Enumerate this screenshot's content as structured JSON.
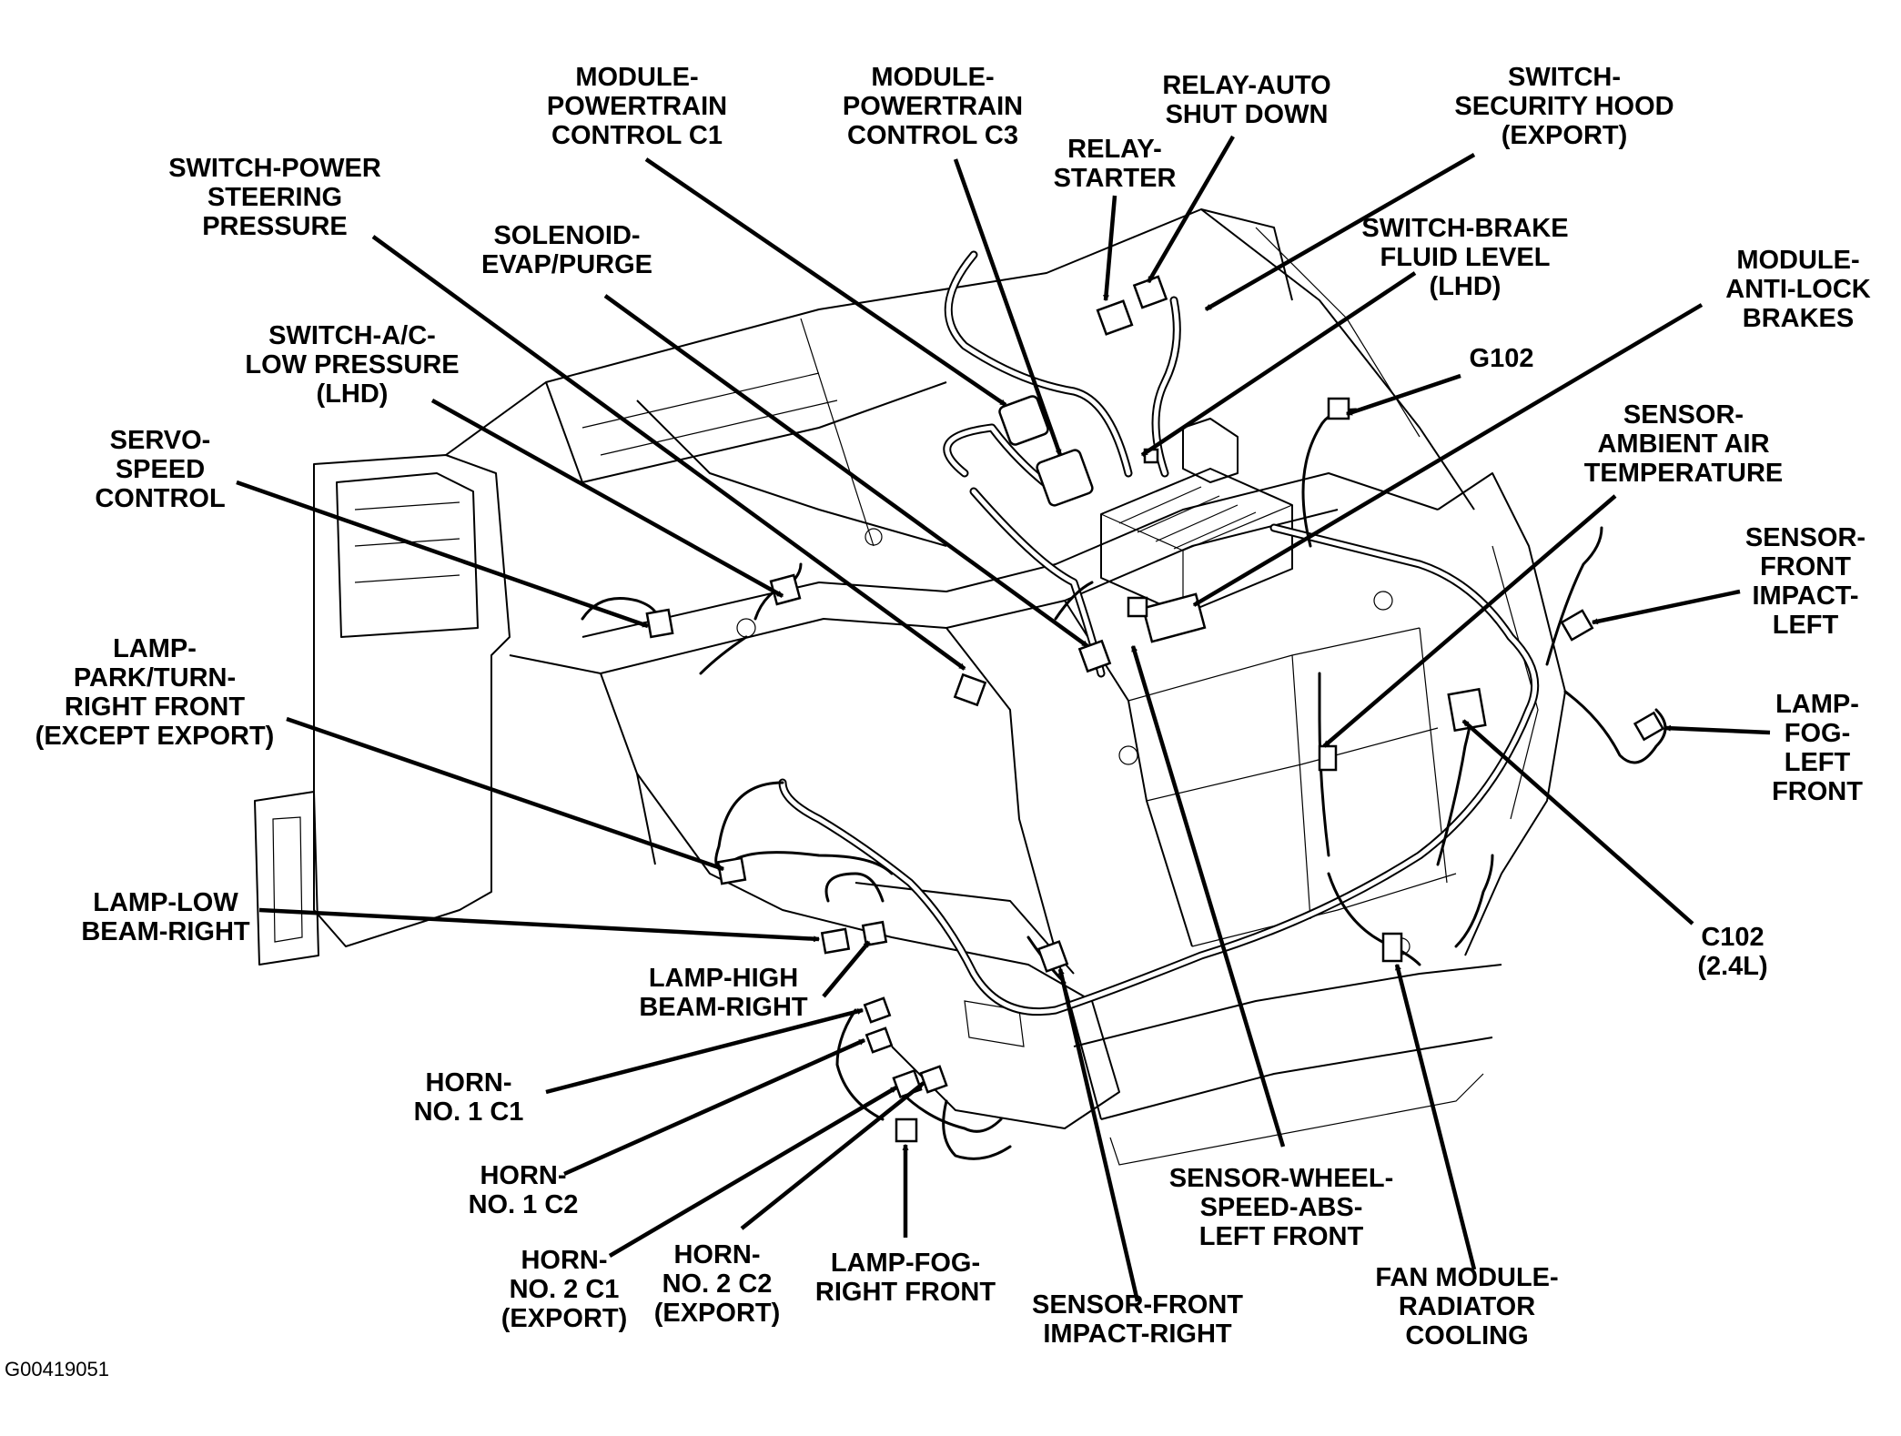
{
  "figure_id": "G00419051",
  "callouts": [
    {
      "id": "module-pcm-c1",
      "lines": [
        "MODULE-",
        "POWERTRAIN",
        "CONTROL C1"
      ]
    },
    {
      "id": "module-pcm-c3",
      "lines": [
        "MODULE-",
        "POWERTRAIN",
        "CONTROL C3"
      ]
    },
    {
      "id": "relay-asd",
      "lines": [
        "RELAY-AUTO",
        "SHUT DOWN"
      ]
    },
    {
      "id": "switch-security-hood",
      "lines": [
        "SWITCH-",
        "SECURITY HOOD",
        "(EXPORT)"
      ]
    },
    {
      "id": "relay-starter",
      "lines": [
        "RELAY-",
        "STARTER"
      ]
    },
    {
      "id": "switch-power-steering",
      "lines": [
        "SWITCH-POWER",
        "STEERING",
        "PRESSURE"
      ]
    },
    {
      "id": "solenoid-evap",
      "lines": [
        "SOLENOID-",
        "EVAP/PURGE"
      ]
    },
    {
      "id": "switch-brake-fluid",
      "lines": [
        "SWITCH-BRAKE",
        "FLUID LEVEL",
        "(LHD)"
      ]
    },
    {
      "id": "module-abs",
      "lines": [
        "MODULE-",
        "ANTI-LOCK",
        "BRAKES"
      ]
    },
    {
      "id": "switch-ac-low",
      "lines": [
        "SWITCH-A/C-",
        "LOW PRESSURE",
        "(LHD)"
      ]
    },
    {
      "id": "g102",
      "lines": [
        "G102"
      ]
    },
    {
      "id": "sensor-ambient",
      "lines": [
        "SENSOR-",
        "AMBIENT AIR",
        "TEMPERATURE"
      ]
    },
    {
      "id": "servo-speed",
      "lines": [
        "SERVO-",
        "SPEED",
        "CONTROL"
      ]
    },
    {
      "id": "sensor-front-impact-left",
      "lines": [
        "SENSOR-",
        "FRONT",
        "IMPACT-",
        "LEFT"
      ]
    },
    {
      "id": "lamp-park-turn",
      "lines": [
        "LAMP-",
        "PARK/TURN-",
        "RIGHT FRONT",
        "(EXCEPT EXPORT)"
      ]
    },
    {
      "id": "lamp-fog-left",
      "lines": [
        "LAMP-",
        "FOG-",
        "LEFT",
        "FRONT"
      ]
    },
    {
      "id": "lamp-low-beam",
      "lines": [
        "LAMP-LOW",
        "BEAM-RIGHT"
      ]
    },
    {
      "id": "lamp-high-beam",
      "lines": [
        "LAMP-HIGH",
        "BEAM-RIGHT"
      ]
    },
    {
      "id": "c102",
      "lines": [
        "C102",
        "(2.4L)"
      ]
    },
    {
      "id": "horn-1-c1",
      "lines": [
        "HORN-",
        "NO. 1 C1"
      ]
    },
    {
      "id": "horn-1-c2",
      "lines": [
        "HORN-",
        "NO. 1 C2"
      ]
    },
    {
      "id": "sensor-wheel-speed",
      "lines": [
        "SENSOR-WHEEL-",
        "SPEED-ABS-",
        "LEFT FRONT"
      ]
    },
    {
      "id": "horn-2-c1",
      "lines": [
        "HORN-",
        "NO. 2 C1",
        "(EXPORT)"
      ]
    },
    {
      "id": "horn-2-c2",
      "lines": [
        "HORN-",
        "NO. 2 C2",
        "(EXPORT)"
      ]
    },
    {
      "id": "lamp-fog-right",
      "lines": [
        "LAMP-FOG-",
        "RIGHT FRONT"
      ]
    },
    {
      "id": "sensor-front-impact-right",
      "lines": [
        "SENSOR-FRONT",
        "IMPACT-RIGHT"
      ]
    },
    {
      "id": "fan-module",
      "lines": [
        "FAN MODULE-",
        "RADIATOR",
        "COOLING"
      ]
    }
  ]
}
